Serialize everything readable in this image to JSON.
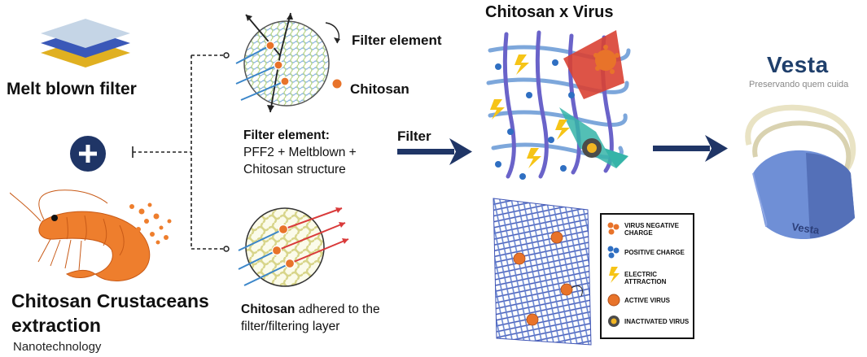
{
  "left": {
    "melt_blown_title": "Melt blown filter",
    "plus_symbol": "+",
    "chitosan_title_line1": "Chitosan Crustaceans",
    "chitosan_title_line2": "extraction",
    "nanotech": "Nanotechnology"
  },
  "top_circle": {
    "filter_element_label": "Filter element",
    "chitosan_label": "Chitosan"
  },
  "filter_element_desc": {
    "title": "Filter element:",
    "line1": "PFF2 + Meltblown +",
    "line2": "Chitosan structure"
  },
  "bottom_circle_desc": {
    "bold": "Chitosan",
    "rest": " adhered to the",
    "line2": "filter/filtering layer"
  },
  "arrow_label": "Filter",
  "chitosan_virus_title": "Chitosan x Virus",
  "legend": {
    "items": [
      {
        "label_line1": "VIRUS NEGATIVE",
        "label_line2": "CHARGE",
        "icon": "orange-dots-icon"
      },
      {
        "label_line1": "POSITIVE CHARGE",
        "label_line2": "",
        "icon": "blue-dots-icon"
      },
      {
        "label_line1": "ELECTRIC",
        "label_line2": "ATTRACTION",
        "icon": "lightning-icon"
      },
      {
        "label_line1": "ACTIVE VIRUS",
        "label_line2": "",
        "icon": "active-virus-icon"
      },
      {
        "label_line1": "INACTIVATED VIRUS",
        "label_line2": "",
        "icon": "inactivated-virus-icon"
      }
    ]
  },
  "brand": {
    "name": "Vesta",
    "tagline": "Preservando quem cuida",
    "mask_print": "Vesta"
  },
  "colors": {
    "navy": "#1f3566",
    "orange": "#e8732a",
    "blue_dot": "#2f6fc2",
    "mesh_blue": "#4a7fc9",
    "mask_blue": "#6f8fd6"
  }
}
